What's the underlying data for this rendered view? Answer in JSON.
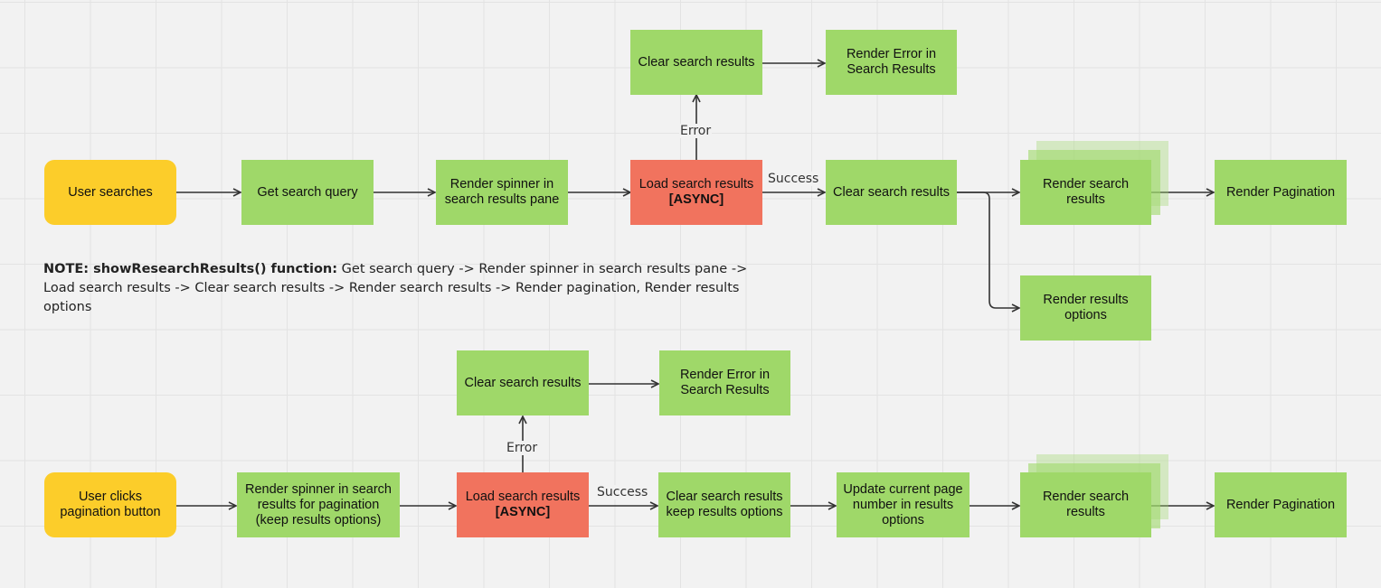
{
  "colors": {
    "process": "#9fd869",
    "trigger": "#fccd2a",
    "async": "#f1735e",
    "connector": "#333333",
    "background": "#f2f2f2"
  },
  "flow1": {
    "start": "User searches",
    "get_query": "Get search query",
    "spinner": "Render spinner in\nsearch results pane",
    "load": "Load search results",
    "load_tag": "[ASYNC]",
    "error_label": "Error",
    "clear_on_error": "Clear search results",
    "render_error": "Render Error in\nSearch Results",
    "success_label": "Success",
    "clear_on_success": "Clear search results",
    "render_results": "Render search\nresults",
    "render_pagination": "Render Pagination",
    "render_options": "Render results\noptions"
  },
  "note": {
    "heading": "NOTE: showResearchResults() function:",
    "body": " Get search query -> Render spinner in search results pane -> Load search results -> Clear search results -> Render search results -> Render pagination, Render results options"
  },
  "flow2": {
    "start": "User clicks\npagination button",
    "spinner": "Render spinner in search\nresults for pagination\n(keep results options)",
    "load": "Load search results",
    "load_tag": "[ASYNC]",
    "error_label": "Error",
    "clear_on_error": "Clear search results",
    "render_error": "Render Error in\nSearch Results",
    "success_label": "Success",
    "clear_on_success": "Clear search results\nkeep results options",
    "update_page": "Update current page\nnumber in results\noptions",
    "render_results": "Render search\nresults",
    "render_pagination": "Render Pagination"
  }
}
